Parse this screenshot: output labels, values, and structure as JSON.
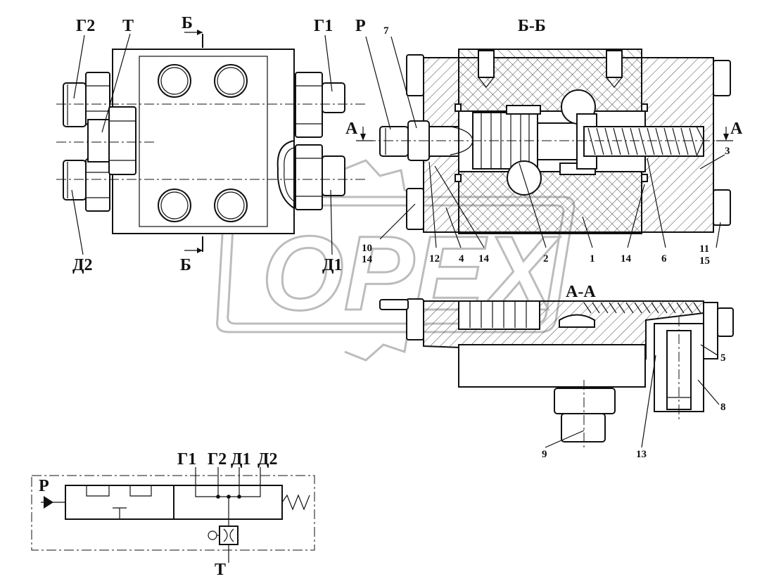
{
  "top_view": {
    "g2": "Г2",
    "t": "Т",
    "b_top": "Б",
    "g1": "Г1",
    "d2": "Д2",
    "b_bottom": "Б",
    "d1": "Д1"
  },
  "section_bb": {
    "title": "Б-Б",
    "p": "Р",
    "a_left": "А",
    "a_right": "А",
    "n7": "7",
    "n3": "3",
    "n10": "10",
    "n14a": "14",
    "n12": "12",
    "n4": "4",
    "n14b": "14",
    "n2": "2",
    "n1": "1",
    "n14c": "14",
    "n6": "6",
    "n11": "11",
    "n15": "15"
  },
  "section_aa": {
    "title": "А-А",
    "n5": "5",
    "n8": "8",
    "n9": "9",
    "n13": "13"
  },
  "schematic": {
    "g1": "Г1",
    "g2": "Г2",
    "d1": "Д1",
    "d2": "Д2",
    "p": "Р",
    "t": "Т"
  },
  "watermark": {
    "text": "OPEX"
  }
}
